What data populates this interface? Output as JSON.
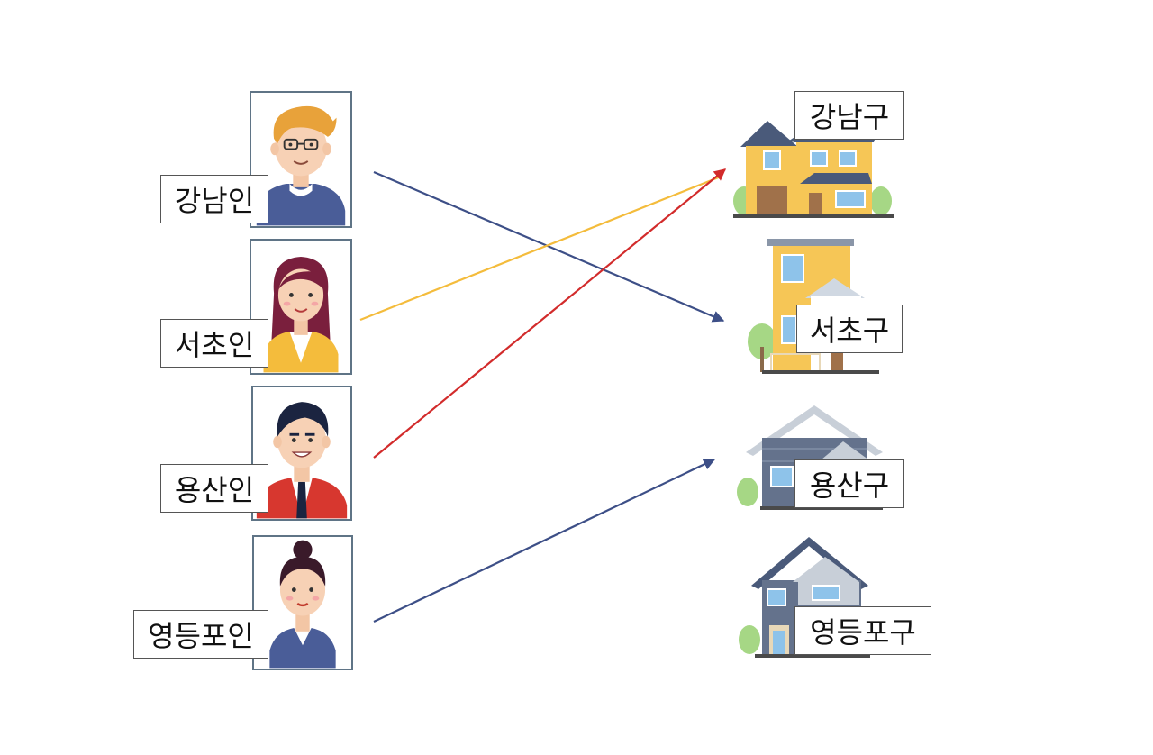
{
  "people": [
    {
      "id": "gangnam",
      "label": "강남인",
      "shirt_color": "#4a5d98",
      "hair_color": "#e8a23a"
    },
    {
      "id": "seocho",
      "label": "서초인",
      "shirt_color": "#f4bc3c",
      "hair_color": "#7a1f3d"
    },
    {
      "id": "yongsan",
      "label": "용산인",
      "shirt_color": "#d7372f",
      "hair_color": "#1b2440"
    },
    {
      "id": "yeongdeungpo",
      "label": "영등포인",
      "shirt_color": "#4a5d98",
      "hair_color": "#3a1a2a"
    }
  ],
  "districts": [
    {
      "id": "gangnam",
      "label": "강남구",
      "house_color": "#f6c656"
    },
    {
      "id": "seocho",
      "label": "서초구",
      "house_color": "#f6c656"
    },
    {
      "id": "yongsan",
      "label": "용산구",
      "house_color": "#64728c"
    },
    {
      "id": "yeongdeungpo",
      "label": "영등포구",
      "house_color": "#64728c"
    }
  ],
  "connections": [
    {
      "from": "강남인",
      "to": "서초구",
      "color": "#3d4f87"
    },
    {
      "from": "서초인",
      "to": "강남구",
      "color": "#f4bc3c"
    },
    {
      "from": "용산인",
      "to": "강남구",
      "color": "#d22b2b"
    },
    {
      "from": "영등포인",
      "to": "용산구",
      "color": "#3d4f87"
    }
  ]
}
